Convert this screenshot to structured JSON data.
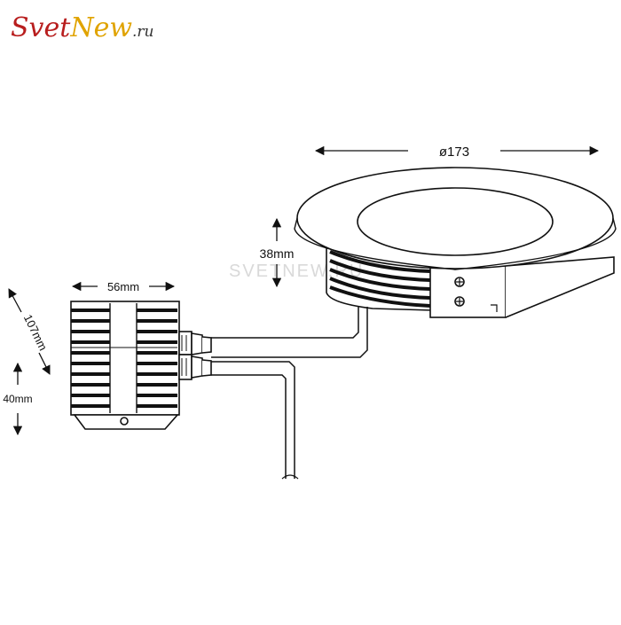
{
  "logo": {
    "part1": "Svet",
    "part2": "New",
    "tld": ".ru"
  },
  "watermark": "SVETNEW.RU",
  "dimensions": {
    "diameter": "ø173",
    "housing_height": "38mm",
    "driver_width": "56mm",
    "driver_length": "107mm",
    "driver_height": "40mm"
  },
  "colors": {
    "logo_primary": "#b81e1e",
    "logo_accent": "#e0a300",
    "line": "#111111"
  }
}
